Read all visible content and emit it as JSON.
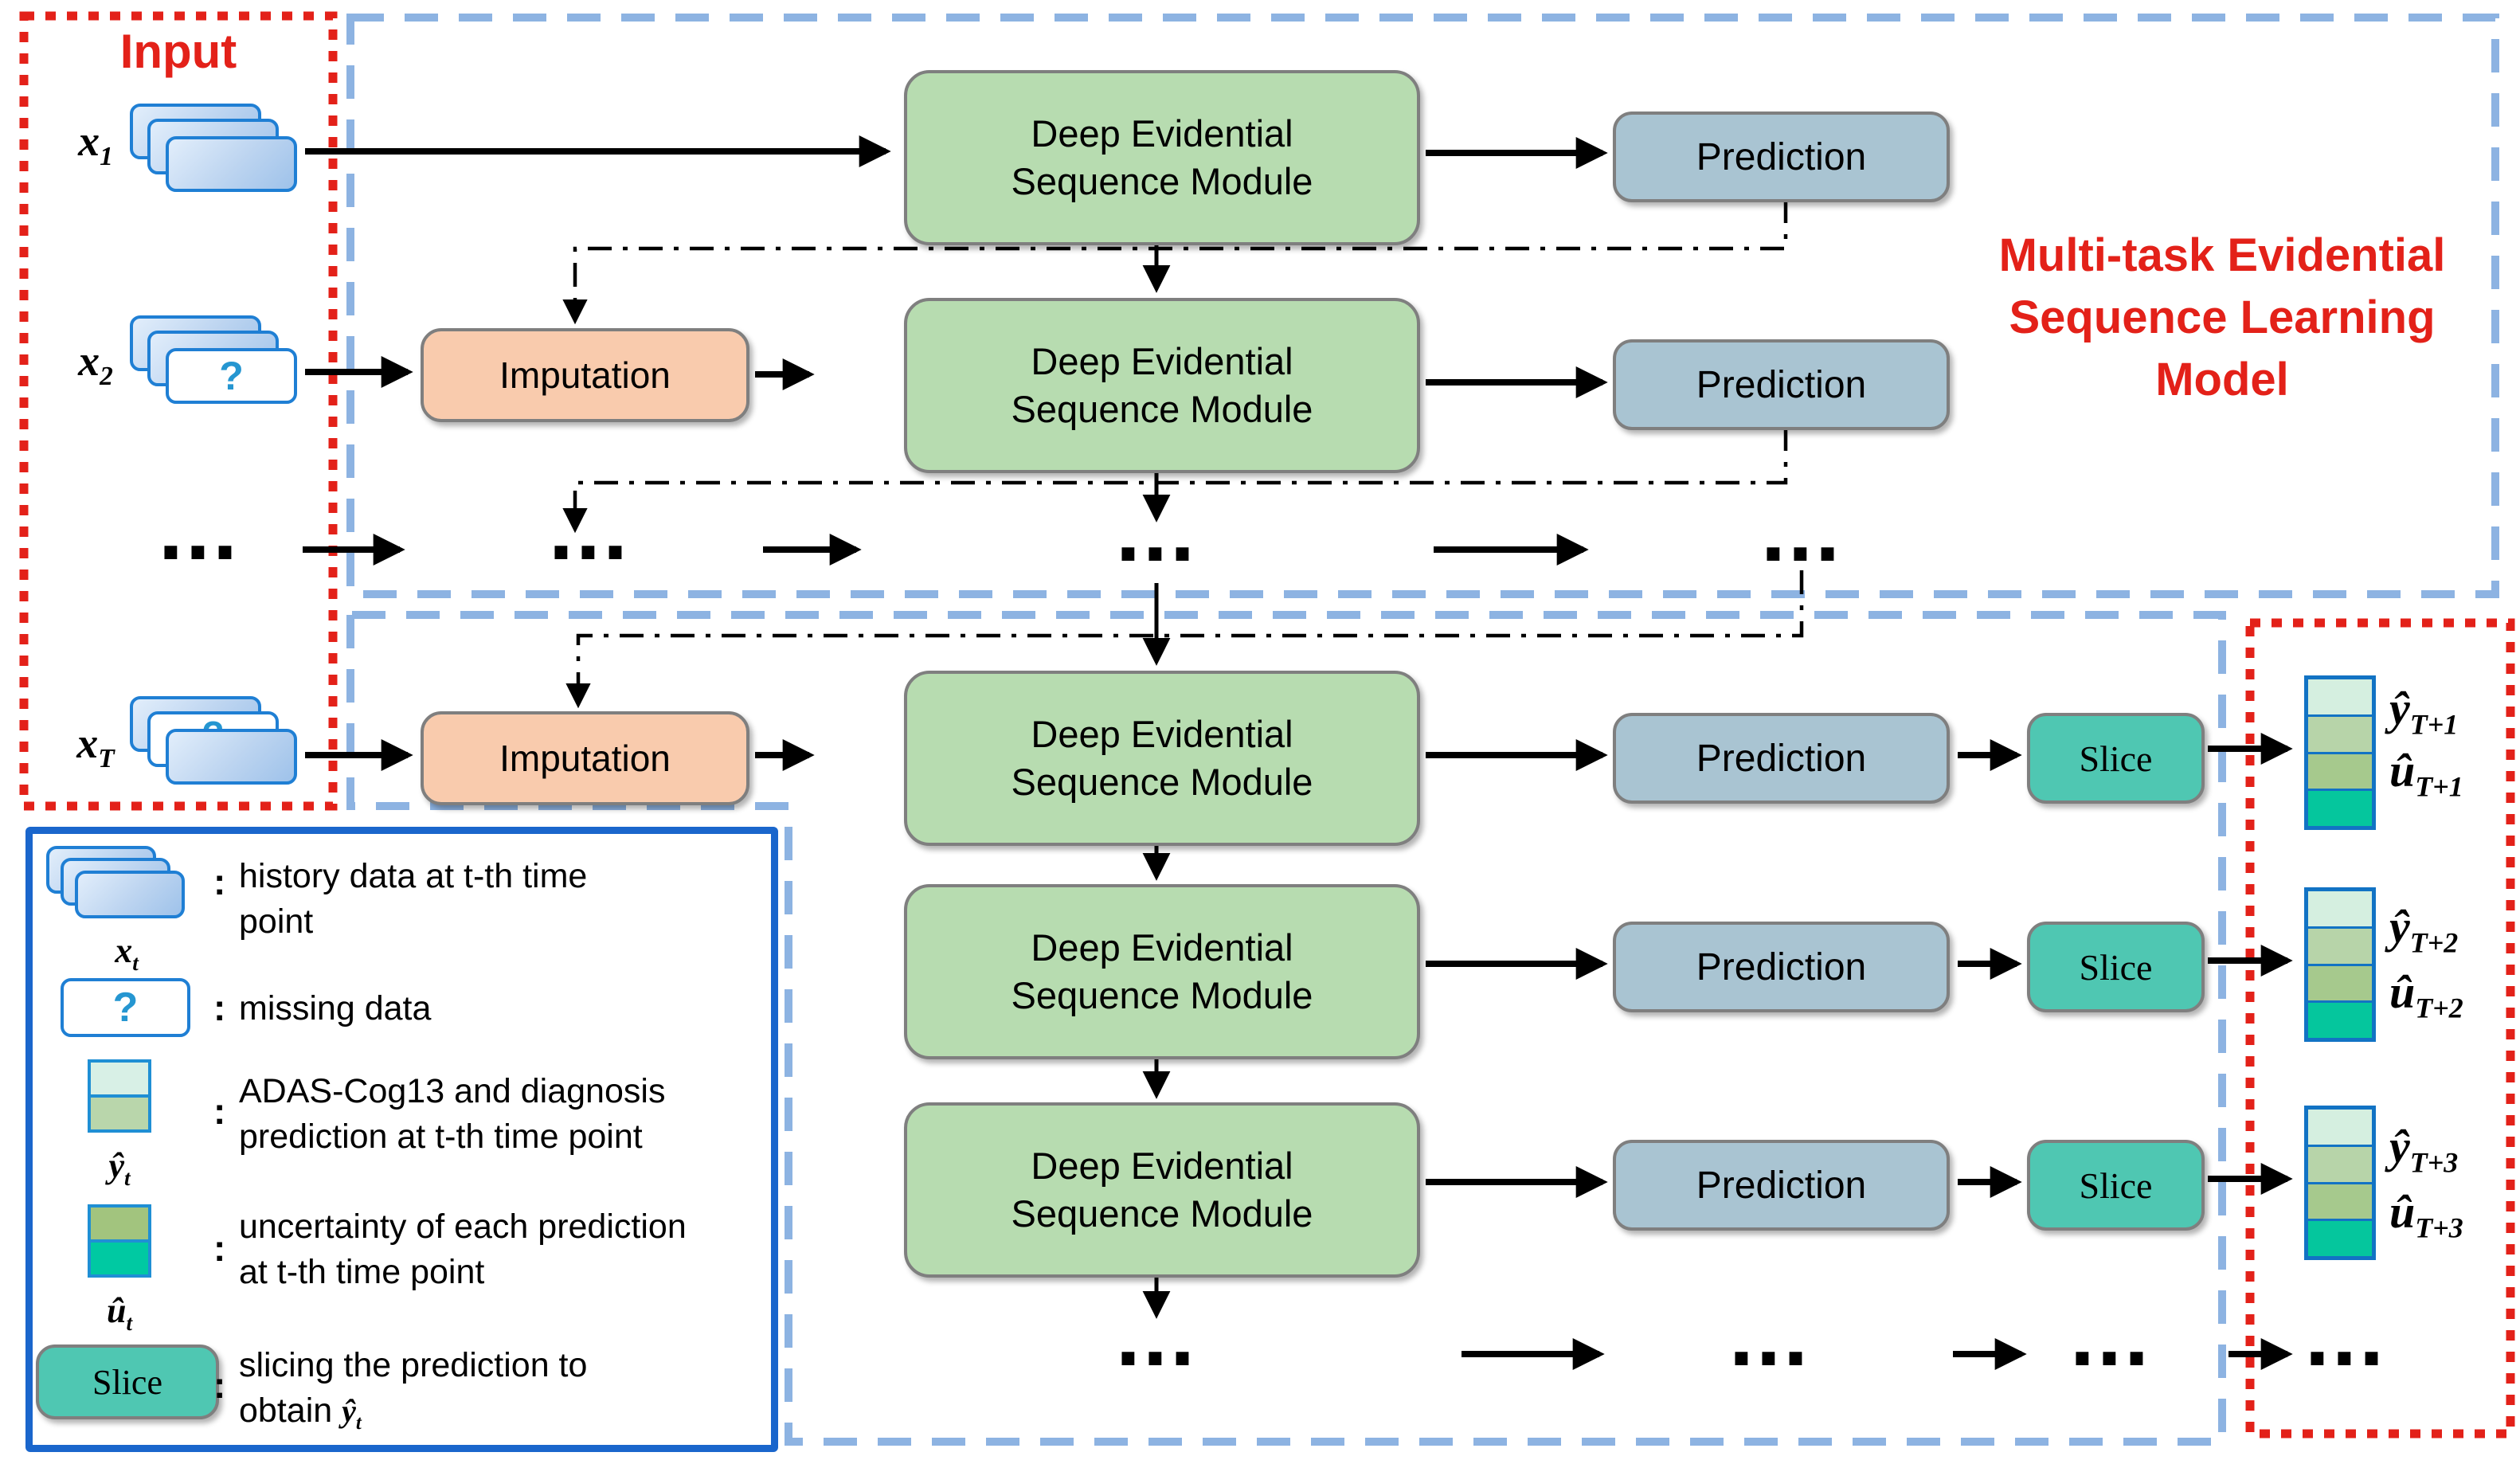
{
  "panels": {
    "input_title": "Input",
    "model_title_lines": [
      "Multi-task Evidential",
      "Sequence Learning",
      "Model"
    ]
  },
  "labels": {
    "module_line1": "Deep Evidential",
    "module_line2": "Sequence Module",
    "prediction": "Prediction",
    "imputation": "Imputation",
    "slice": "Slice",
    "dots": "...",
    "question_mark": "?",
    "colon": ":"
  },
  "inputs": {
    "x1": {
      "base": "x",
      "sub": "1"
    },
    "x2": {
      "base": "x",
      "sub": "2"
    },
    "xT": {
      "base": "x",
      "sub": "T"
    }
  },
  "outputs": [
    {
      "y_base": "ŷ",
      "y_sub": "T+1",
      "u_base": "û",
      "u_sub": "T+1"
    },
    {
      "y_base": "ŷ",
      "y_sub": "T+2",
      "u_base": "û",
      "u_sub": "T+2"
    },
    {
      "y_base": "ŷ",
      "y_sub": "T+3",
      "u_base": "û",
      "u_sub": "T+3"
    }
  ],
  "legend": {
    "history": {
      "line1": "history data at t-th time",
      "line2": "point",
      "symbol_base": "x",
      "symbol_sub": "t"
    },
    "missing": {
      "line1": "missing data"
    },
    "prediction_cells": {
      "line1": "ADAS-Cog13 and diagnosis",
      "line2": "prediction at t-th time point",
      "symbol_base": "ŷ",
      "symbol_sub": "t"
    },
    "uncertainty_cells": {
      "line1": "uncertainty of each prediction",
      "line2": "at t-th time point",
      "symbol_base": "û",
      "symbol_sub": "t"
    },
    "slice_item": {
      "line1": "slicing the prediction to",
      "line2_prefix": "obtain ",
      "symbol_base": "ŷ",
      "symbol_sub": "t"
    }
  },
  "colors": {
    "diagram_red": "#e32119",
    "panel_dash_blue": "#8db3e2",
    "legend_border_blue": "#1a66cc",
    "module_green": "#b7dcb0",
    "prediction_gray_blue": "#a9c4d2",
    "imputation_peach": "#f9cbad",
    "slice_teal": "#4fc7b2",
    "card_border_blue": "#1f7fd4",
    "question_blue": "#2596d1",
    "stack_border_blue": "#1273c4",
    "box_border_gray": "#7f7f7f",
    "stack_cells": [
      "#d5efe0",
      "#b7d4a9",
      "#a6c98d",
      "#05c69d"
    ],
    "legend_y_cells": [
      "#d8f0e6",
      "#b9d6ab"
    ],
    "legend_u_cells": [
      "#a2c47e",
      "#00c9a2"
    ]
  }
}
